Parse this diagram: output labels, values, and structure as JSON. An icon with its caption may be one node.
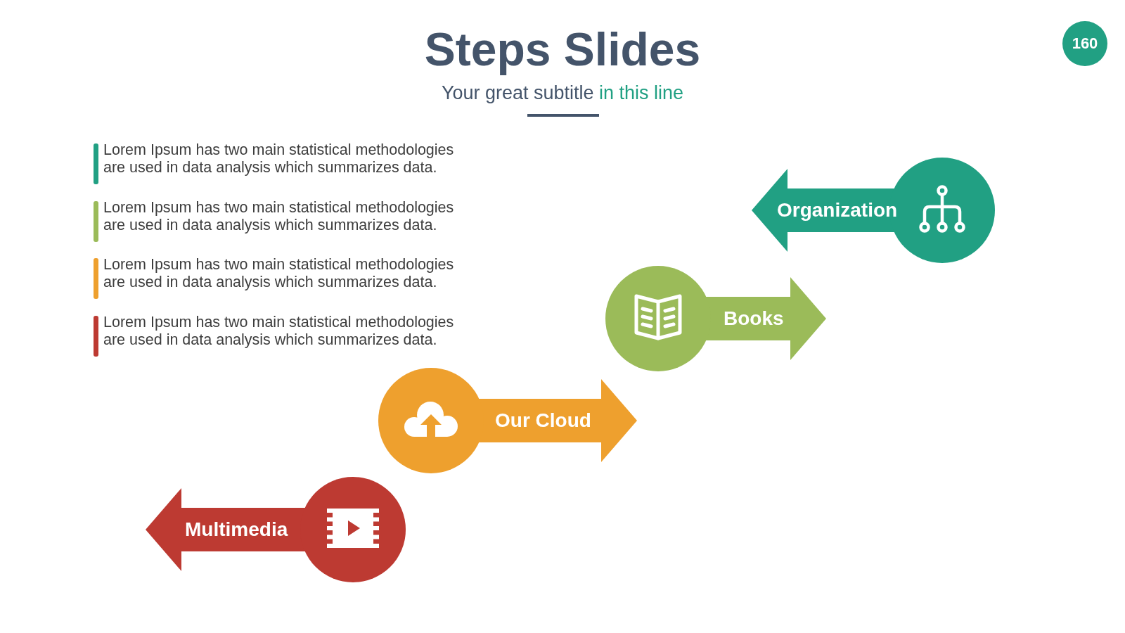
{
  "diagram": {
    "title": "Steps Slides",
    "nodes": [
      {
        "text": [
          "160"
        ]
      },
      {
        "text": [
          "Organization"
        ]
      },
      {
        "text": [
          "Books"
        ]
      },
      {
        "text": [
          "Our Cloud"
        ]
      },
      {
        "text": [
          "Multimedia"
        ]
      }
    ],
    "labels": [
      "Your great subtitle",
      "in this line"
    ],
    "legend": [
      {
        "text": "Lorem Ipsum has two main statistical methodologies are used in data analysis which summarizes data.",
        "color": "#21a083"
      },
      {
        "text": "Lorem Ipsum has two main statistical methodologies are used in data analysis which summarizes data.",
        "color": "#9bbb59"
      },
      {
        "text": "Lorem Ipsum has two main statistical methodologies are used in data analysis which summarizes data.",
        "color": "#eea02e"
      },
      {
        "text": "Lorem Ipsum has two main statistical methodologies are used in data analysis which summarizes data.",
        "color": "#bd3a32"
      }
    ]
  }
}
